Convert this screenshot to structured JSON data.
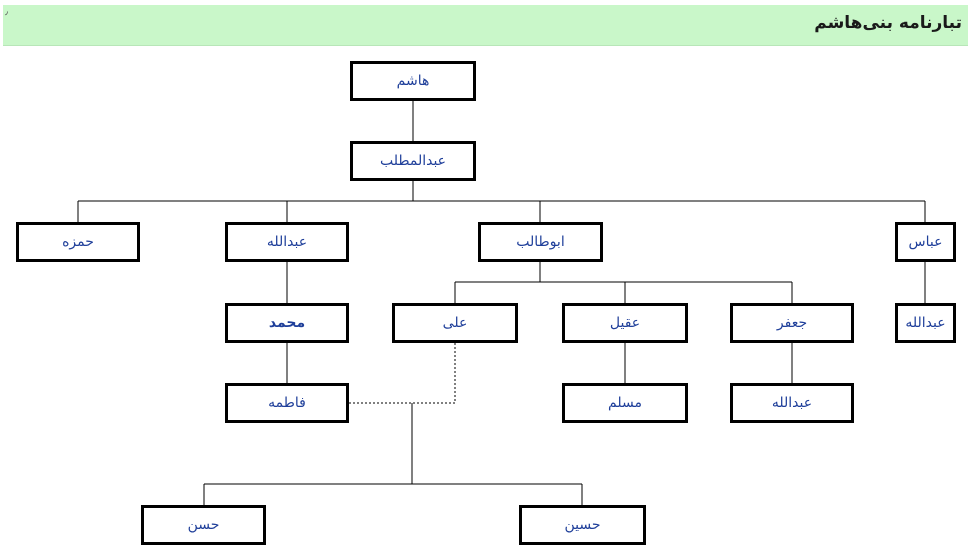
{
  "header": {
    "title": "تبارنامه بنی‌هاشم",
    "corner_mark": "٫"
  },
  "colors": {
    "header_bg": "#c9f7c9",
    "node_text": "#1f3f9a",
    "node_border": "#000000"
  },
  "nodes": {
    "hashim": "هاشم",
    "abdulmuttalib": "عبدالمطلب",
    "hamza": "حمزه",
    "abdullah_father": "عبدالله",
    "abutalib": "ابوطالب",
    "abbas": "عباس",
    "muhammad": "محمد",
    "ali": "علی",
    "aqil": "عقیل",
    "jafar": "جعفر",
    "abdullah_son_of_abbas": "عبدالله",
    "fatima": "فاطمه",
    "muslim": "مسلم",
    "abdullah_son_of_jafar": "عبدالله",
    "hasan": "حسن",
    "husayn": "حسین"
  }
}
